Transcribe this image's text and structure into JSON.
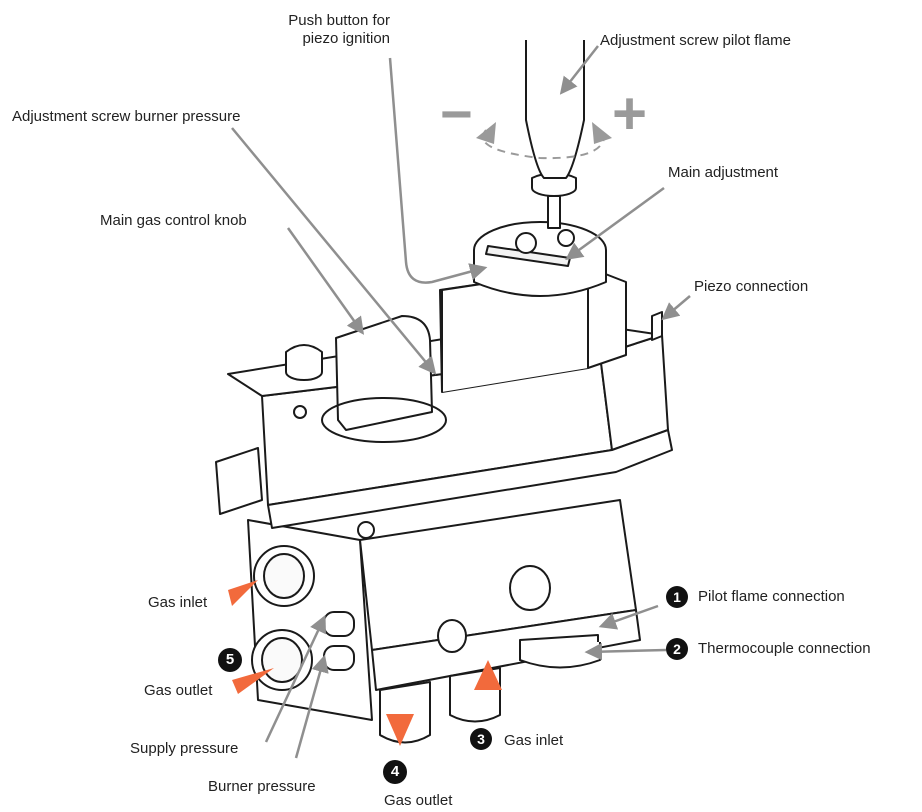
{
  "labels": {
    "push_button": "Push button for\npiezo ignition",
    "pilot_screw": "Adjustment screw pilot flame",
    "burner_screw": "Adjustment screw burner pressure",
    "main_adjustment": "Main adjustment",
    "control_knob": "Main gas control knob",
    "piezo_connection": "Piezo connection",
    "pilot_flame_connection": "Pilot flame connection",
    "thermocouple_connection": "Thermocouple connection",
    "gas_inlet_left": "Gas inlet",
    "gas_outlet_left": "Gas outlet",
    "gas_inlet_bottom": "Gas inlet",
    "gas_outlet_bottom": "Gas outlet",
    "supply_pressure": "Supply pressure",
    "burner_pressure": "Burner pressure"
  },
  "badges": {
    "one": "1",
    "two": "2",
    "three": "3",
    "four": "4",
    "five": "5"
  },
  "symbols": {
    "minus": "−",
    "plus": "+"
  },
  "colors": {
    "arrow_gray": "#9a9a9a",
    "arrow_orange": "#f26a3c",
    "outline": "#1a1a1a",
    "badge_fill": "#111111"
  }
}
